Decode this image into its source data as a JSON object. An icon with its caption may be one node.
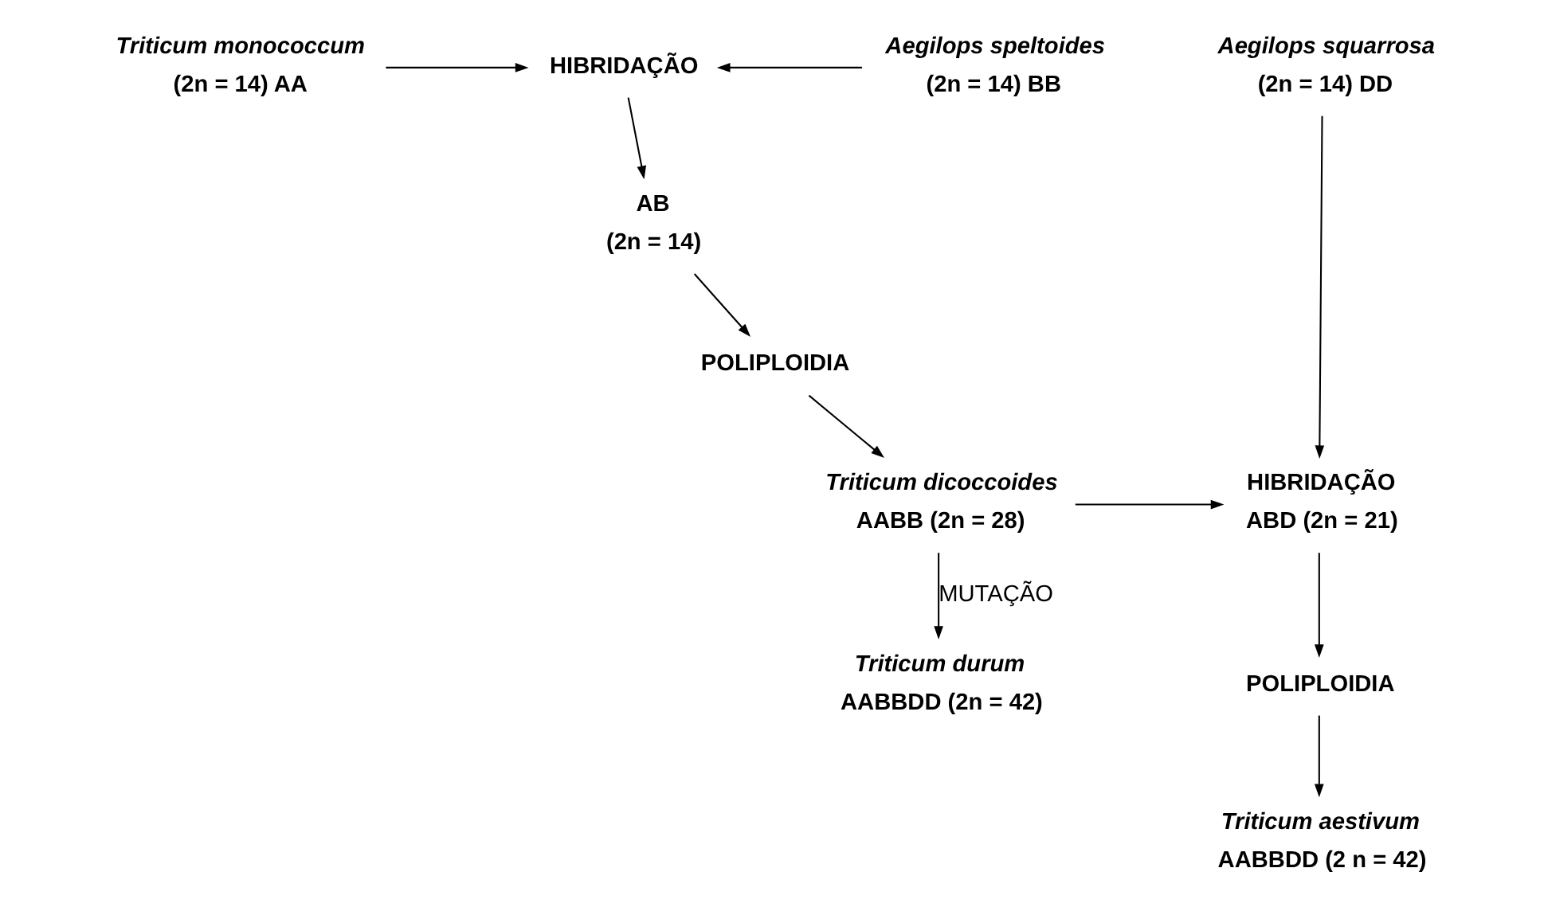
{
  "diagram": {
    "nodes": [
      {
        "text": [
          "Triticum monococcum"
        ],
        "beside": [
          "(2n = 14) AA"
        ]
      },
      {
        "text": [
          "HIBRIDAÇÃO"
        ]
      },
      {
        "text": [
          "Aegilops speltoides"
        ],
        "beside": [
          "(2n = 14) BB"
        ]
      },
      {
        "text": [
          "Aegilops squarrosa"
        ],
        "beside": [
          "(2n = 14) DD"
        ]
      },
      {
        "text": [
          "AB",
          "(2n = 14)"
        ]
      },
      {
        "text": [
          "POLIPLOIDIA"
        ]
      },
      {
        "text": [
          "Triticum dicoccoides"
        ],
        "beside": [
          "AABB (2n = 28)"
        ]
      },
      {
        "text": [
          "HIBRIDAÇÃO"
        ],
        "beside": [
          "ABD (2n = 21)"
        ]
      },
      {
        "text": [
          "Triticum durum"
        ],
        "beside": [
          "AABBDD (2n = 42)"
        ]
      },
      {
        "text": [
          "POLIPLOIDIA"
        ]
      },
      {
        "text": [
          "Triticum aestivum"
        ],
        "beside": [
          "AABBDD (2 n = 42)"
        ]
      }
    ],
    "edges": [
      {
        "from": 0,
        "to": 1,
        "arrow": "to"
      },
      {
        "from": 2,
        "to": 1,
        "arrow": "to"
      },
      {
        "from": 1,
        "to": 4,
        "arrow": "to"
      },
      {
        "from": 4,
        "to": 5,
        "arrow": "to"
      },
      {
        "from": 5,
        "to": 6,
        "arrow": "to"
      },
      {
        "from": 6,
        "to": 7,
        "arrow": "to"
      },
      {
        "from": 3,
        "to": 7,
        "arrow": "to"
      },
      {
        "from": 6,
        "to": 8,
        "arrow": "to",
        "label": "MUTAÇÃO"
      },
      {
        "from": 7,
        "to": 9,
        "arrow": "to"
      },
      {
        "from": 9,
        "to": 10,
        "arrow": "to"
      }
    ]
  }
}
